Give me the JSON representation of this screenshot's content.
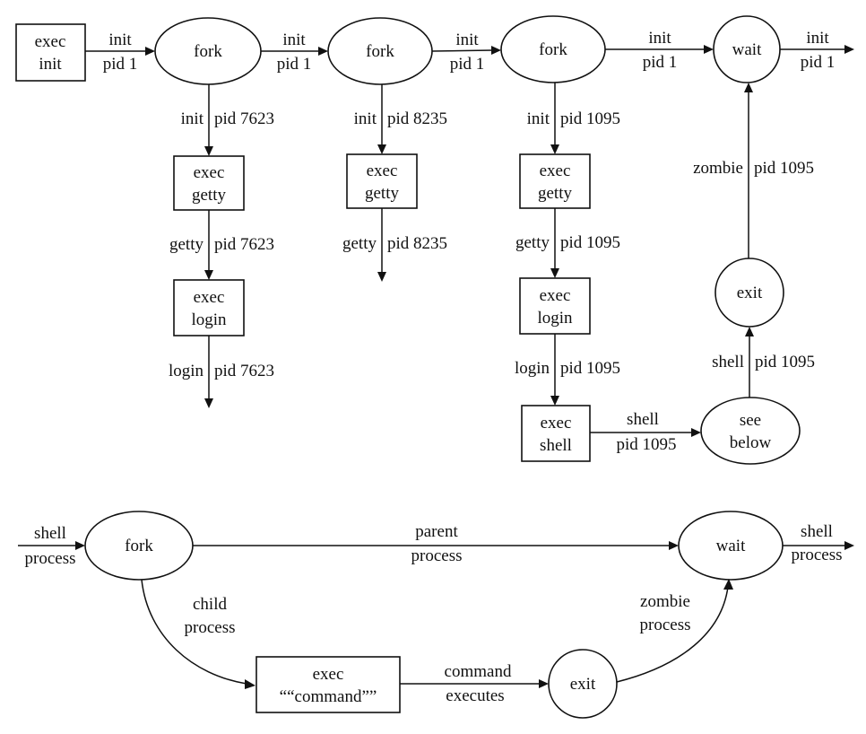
{
  "nodes": {
    "exec_init": {
      "l1": "exec",
      "l2": "init"
    },
    "fork1": {
      "l1": "fork"
    },
    "fork2": {
      "l1": "fork"
    },
    "fork3": {
      "l1": "fork"
    },
    "wait_top": {
      "l1": "wait"
    },
    "exec_getty1": {
      "l1": "exec",
      "l2": "getty"
    },
    "exec_getty2": {
      "l1": "exec",
      "l2": "getty"
    },
    "exec_getty3": {
      "l1": "exec",
      "l2": "getty"
    },
    "exec_login1": {
      "l1": "exec",
      "l2": "login"
    },
    "exec_login3": {
      "l1": "exec",
      "l2": "login"
    },
    "exec_shell": {
      "l1": "exec",
      "l2": "shell"
    },
    "see_below": {
      "l1": "see",
      "l2": "below"
    },
    "exit_top": {
      "l1": "exit"
    },
    "fork_bottom": {
      "l1": "fork"
    },
    "wait_bottom": {
      "l1": "wait"
    },
    "exec_command": {
      "l1": "exec",
      "l2": "““command””"
    },
    "exit_bottom": {
      "l1": "exit"
    }
  },
  "edges": {
    "e_init_fork1": {
      "l1": "init",
      "l2": "pid 1"
    },
    "e_fork1_fork2": {
      "l1": "init",
      "l2": "pid 1"
    },
    "e_fork2_fork3": {
      "l1": "init",
      "l2": "pid 1"
    },
    "e_fork3_wait": {
      "l1": "init",
      "l2": "pid 1"
    },
    "e_wait_out": {
      "l1": "init",
      "l2": "pid 1"
    },
    "e_fork1_getty": {
      "a": "init",
      "b": "pid 7623"
    },
    "e_fork2_getty": {
      "a": "init",
      "b": "pid 8235"
    },
    "e_fork3_getty": {
      "a": "init",
      "b": "pid 1095"
    },
    "e_getty1_login": {
      "a": "getty",
      "b": "pid 7623"
    },
    "e_getty2_out": {
      "a": "getty",
      "b": "pid 8235"
    },
    "e_getty3_login": {
      "a": "getty",
      "b": "pid 1095"
    },
    "e_login1_out": {
      "a": "login",
      "b": "pid 7623"
    },
    "e_login3_shell": {
      "a": "login",
      "b": "pid 1095"
    },
    "e_shell_see": {
      "l1": "shell",
      "l2": "pid 1095"
    },
    "e_see_exit": {
      "a": "shell",
      "b": "pid 1095"
    },
    "e_exit_wait": {
      "a": "zombie",
      "b": "pid 1095"
    },
    "e_in_fork": {
      "l1": "shell",
      "l2": "process"
    },
    "e_fork_wait": {
      "l1": "parent",
      "l2": "process"
    },
    "e_wait_out2": {
      "l1": "shell",
      "l2": "process"
    },
    "e_fork_command": {
      "l1": "child",
      "l2": "process"
    },
    "e_command_exit": {
      "l1": "command",
      "l2": "executes"
    },
    "e_exit_wait2": {
      "l1": "zombie",
      "l2": "process"
    }
  }
}
